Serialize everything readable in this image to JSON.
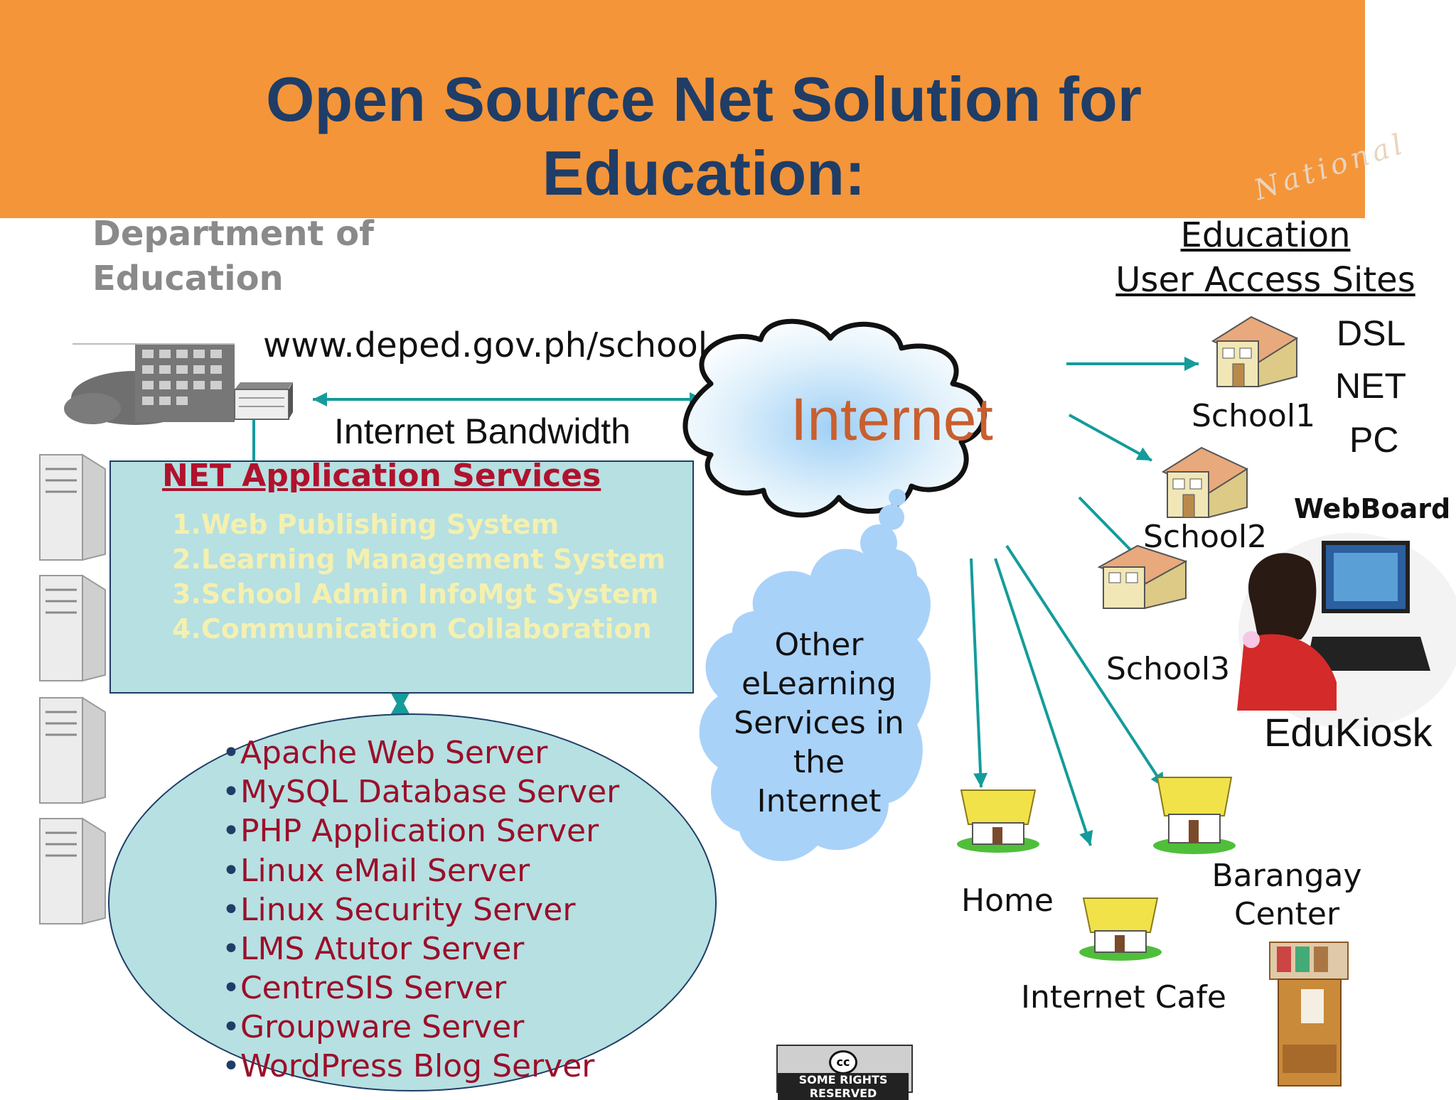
{
  "title": "Open Source Net Solution for\nEducation:",
  "department": "Department of\nEducation",
  "access_sites_title": "Education\nUser Access Sites",
  "url": "www.deped.gov.ph/school",
  "bandwidth_label": "Internet Bandwidth",
  "cloud_label": "Internet",
  "services": {
    "title": "NET Application Services",
    "items": [
      "1.Web Publishing System",
      "2.Learning Management System",
      "3.School Admin InfoMgt System",
      "4.Communication Collaboration"
    ]
  },
  "servers": [
    "Apache Web Server",
    "MySQL Database Server",
    "PHP Application Server",
    "Linux eMail Server",
    "Linux Security Server",
    "LMS Atutor Server",
    "CentreSIS Server",
    "Groupware Server",
    "WordPress Blog Server"
  ],
  "other_services": "Other\neLearning\nServices in\nthe\nInternet",
  "sites": {
    "school1": "School1",
    "school2": "School2",
    "school3": "School3",
    "home": "Home",
    "internet_cafe": "Internet Cafe",
    "barangay": "Barangay\nCenter"
  },
  "connections": [
    "DSL",
    "NET",
    "PC"
  ],
  "webboard": "WebBoard",
  "edukiosk": "EduKiosk",
  "cc_badge": "SOME RIGHTS RESERVED",
  "watermark": "National",
  "colors": {
    "banner": "#f4953a",
    "title": "#1f3d66",
    "accent_teal": "#159b9b",
    "box_fill": "#b6e0e2",
    "service_title": "#b0122d",
    "server_text": "#9b0f2a",
    "cloud_label": "#c85f2e"
  }
}
